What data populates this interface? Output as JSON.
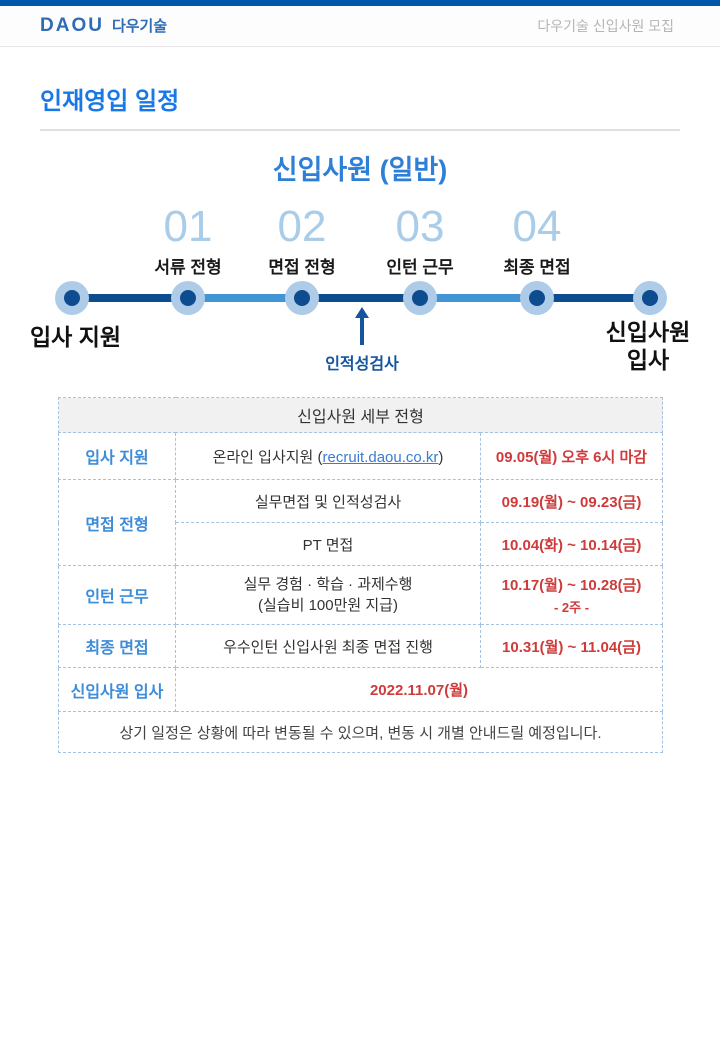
{
  "header": {
    "logo": "DAOU",
    "logo_suffix": "다우기술",
    "right_text": "다우기술 신입사원 모집"
  },
  "page": {
    "title": "인재영입 일정"
  },
  "section": {
    "heading": "신입사원 (일반)"
  },
  "timeline": {
    "start_label": "입사 지원",
    "end_label": {
      "line1": "신입사원",
      "line2": "입사"
    },
    "annotation": "인적성검사",
    "steps": [
      {
        "num": "01",
        "label": "서류 전형"
      },
      {
        "num": "02",
        "label": "면접 전형"
      },
      {
        "num": "03",
        "label": "인턴 근무"
      },
      {
        "num": "04",
        "label": "최종 면접"
      }
    ]
  },
  "table": {
    "title": "신입사원 세부 전형",
    "rows": {
      "apply": {
        "stage": "입사 지원",
        "detail_prefix": "온라인 입사지원 (",
        "link": "recruit.daou.co.kr",
        "detail_suffix": ")",
        "date": "09.05(월) 오후 6시 마감"
      },
      "interview": {
        "stage": "면접 전형",
        "detail1": "실무면접 및 인적성검사",
        "date1": "09.19(월) ~ 09.23(금)",
        "detail2": "PT 면접",
        "date2": "10.04(화) ~ 10.14(금)"
      },
      "intern": {
        "stage": "인턴 근무",
        "detail_line1": "실무 경험 · 학습 · 과제수행",
        "detail_line2": "(실습비 100만원 지급)",
        "date": "10.17(월) ~ 10.28(금)",
        "date_sub": "- 2주 -"
      },
      "final": {
        "stage": "최종 면접",
        "detail": "우수인턴 신입사원 최종 면접 진행",
        "date": "10.31(월) ~ 11.04(금)"
      },
      "join": {
        "stage": "신입사원 입사",
        "date": "2022.11.07(월)"
      }
    },
    "note": "상기 일정은 상황에 따라 변동될 수 있으며, 변동 시 개별 안내드릴 예정입니다."
  },
  "colors": {
    "topbar": "#0157a8",
    "brand": "#2e6cb5",
    "title": "#1878e8",
    "heading": "#2e7fd6",
    "step_number": "#a9cce9",
    "line_dark": "#0d4c8f",
    "line_light": "#4295d5",
    "dot_halo": "#aecbe8",
    "annotation": "#15559e",
    "stage_label": "#3d8cd8",
    "date_text": "#cf3a3a",
    "link": "#3a7bd5",
    "table_border": "#a4c2e4",
    "table_header_bg": "#f1f1f2"
  }
}
